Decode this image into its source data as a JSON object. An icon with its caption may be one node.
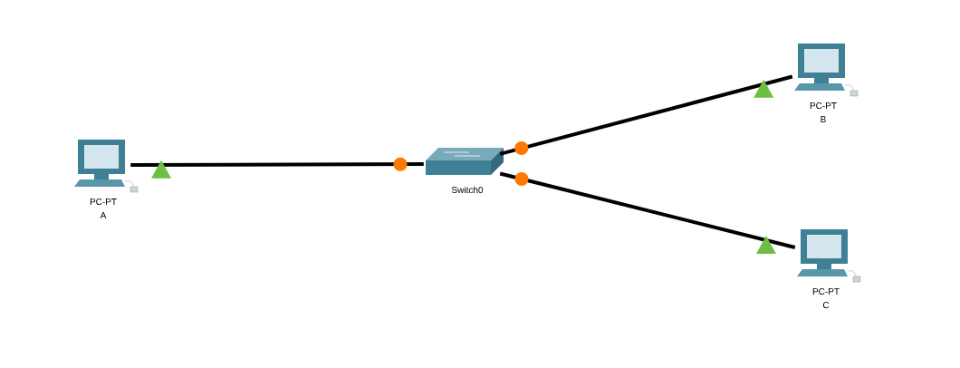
{
  "diagram": {
    "nodes": [
      {
        "text": [
          "PC-PT",
          "A"
        ]
      },
      {
        "text": [
          "Switch0"
        ]
      },
      {
        "text": [
          "PC-PT",
          "B"
        ]
      },
      {
        "text": [
          "PC-PT",
          "C"
        ]
      }
    ],
    "edges": [
      {
        "from": 0,
        "to": 1,
        "arrow": "none"
      },
      {
        "from": 1,
        "to": 2,
        "arrow": "none"
      },
      {
        "from": 1,
        "to": 3,
        "arrow": "none"
      }
    ]
  }
}
